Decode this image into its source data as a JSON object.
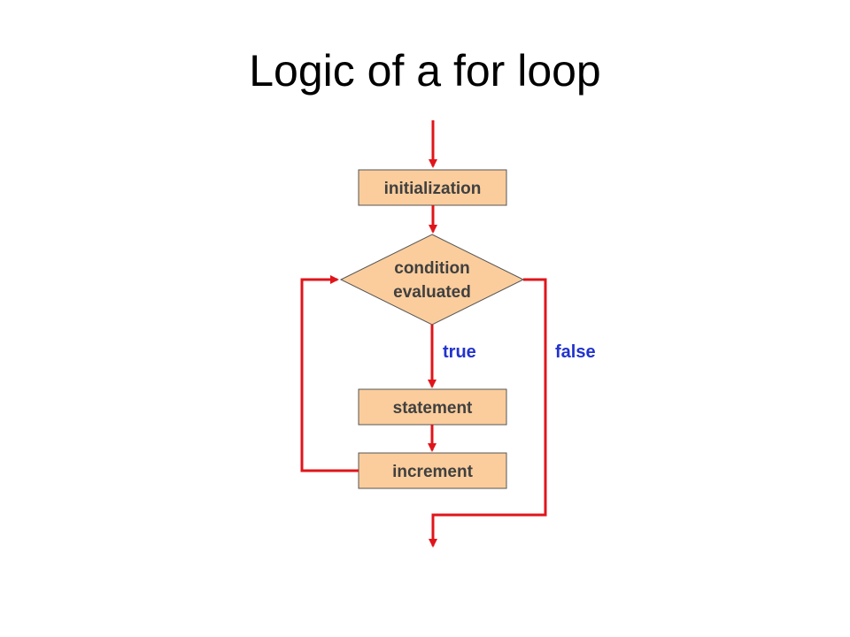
{
  "title": "Logic of a for loop",
  "nodes": {
    "initialization": "initialization",
    "condition_line1": "condition",
    "condition_line2": "evaluated",
    "statement": "statement",
    "increment": "increment"
  },
  "edge_labels": {
    "true": "true",
    "false": "false"
  },
  "colors": {
    "node_fill": "#fbcd9c",
    "node_stroke": "#555555",
    "arrow": "#e0151b",
    "edge_label": "#2233cc",
    "node_text": "#404040"
  }
}
